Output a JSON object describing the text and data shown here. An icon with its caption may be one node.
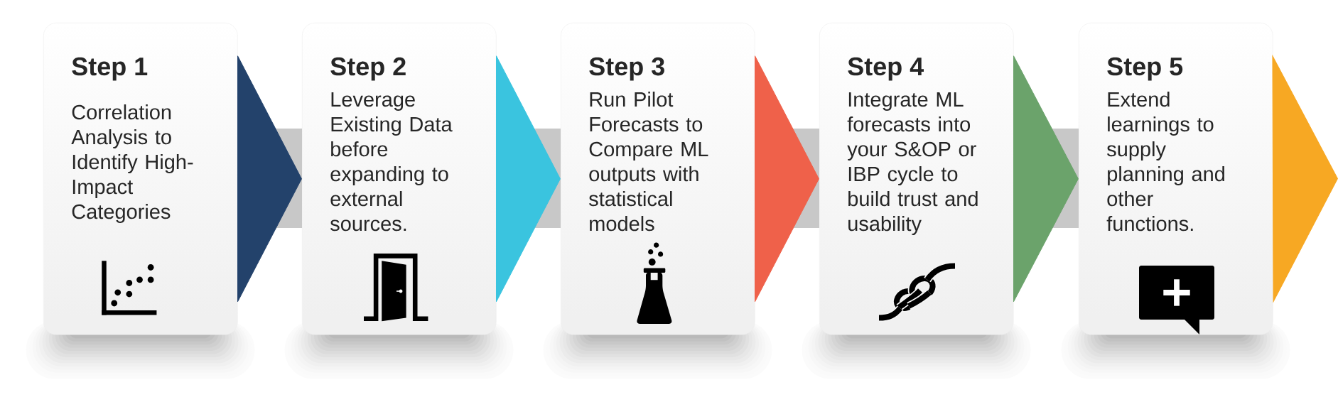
{
  "diagram": {
    "nodes": [
      {
        "text": [
          "Step 1",
          "Correlation Analysis to Identify High-Impact Categories"
        ]
      },
      {
        "text": [
          "Step 2",
          "Leverage Existing Data before expanding to external sources."
        ]
      },
      {
        "text": [
          "Step 3",
          "Run Pilot Forecasts to Compare ML outputs with statistical models"
        ]
      },
      {
        "text": [
          "Step 4",
          "Integrate ML forecasts into your S&OP or IBP cycle to build trust and usability"
        ]
      },
      {
        "text": [
          "Step 5",
          "Extend learnings to supply planning and other functions."
        ]
      }
    ],
    "edges": [
      {
        "from": 0,
        "to": 1,
        "arrow": "to",
        "color": "#23426b"
      },
      {
        "from": 1,
        "to": 2,
        "arrow": "to",
        "color": "#3ac4df"
      },
      {
        "from": 2,
        "to": 3,
        "arrow": "to",
        "color": "#ef614a"
      },
      {
        "from": 3,
        "to": 4,
        "arrow": "to",
        "color": "#6ba36b"
      },
      {
        "from": 4,
        "to": null,
        "arrow": "to",
        "color": "#f7a823"
      }
    ]
  }
}
